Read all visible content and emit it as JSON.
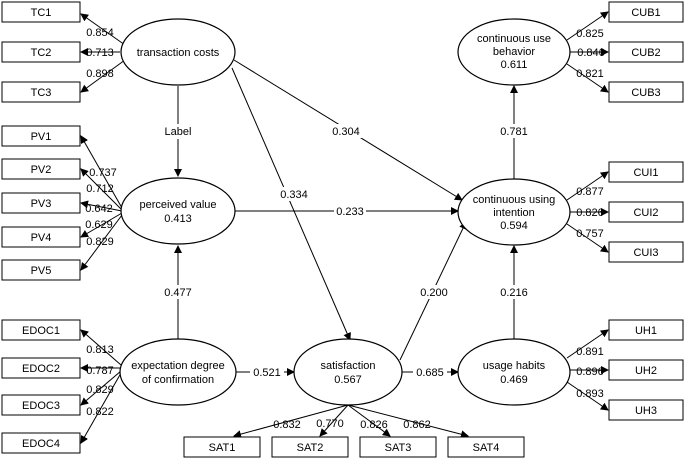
{
  "indicators": {
    "tc1": "TC1",
    "tc2": "TC2",
    "tc3": "TC3",
    "pv1": "PV1",
    "pv2": "PV2",
    "pv3": "PV3",
    "pv4": "PV4",
    "pv5": "PV5",
    "edoc1": "EDOC1",
    "edoc2": "EDOC2",
    "edoc3": "EDOC3",
    "edoc4": "EDOC4",
    "sat1": "SAT1",
    "sat2": "SAT2",
    "sat3": "SAT3",
    "sat4": "SAT4",
    "cub1": "CUB1",
    "cub2": "CUB2",
    "cub3": "CUB3",
    "cui1": "CUI1",
    "cui2": "CUI2",
    "cui3": "CUI3",
    "uh1": "UH1",
    "uh2": "UH2",
    "uh3": "UH3"
  },
  "constructs": {
    "tc": {
      "line1": "transaction costs"
    },
    "pv": {
      "line1": "perceived value",
      "value": "0.413"
    },
    "edoc": {
      "line1": "expectation degree",
      "line2": "of confirmation"
    },
    "sat": {
      "line1": "satisfaction",
      "value": "0.567"
    },
    "cub": {
      "line1": "continuous use",
      "line2": "behavior",
      "value": "0.611"
    },
    "cui": {
      "line1": "continuous using",
      "line2": "intention",
      "value": "0.594"
    },
    "uh": {
      "line1": "usage habits",
      "value": "0.469"
    }
  },
  "loadings": {
    "tc": [
      "0.854",
      "0.713",
      "0.898"
    ],
    "pv": [
      "0.737",
      "0.712",
      "0.642",
      "0.629",
      "0.829"
    ],
    "edoc": [
      "0.813",
      "0.787",
      "0.829",
      "0.822"
    ],
    "sat": [
      "0.832",
      "0.770",
      "0.826",
      "0.862"
    ],
    "cub": [
      "0.825",
      "0.846",
      "0.821"
    ],
    "cui": [
      "0.877",
      "0.826",
      "0.757"
    ],
    "uh": [
      "0.891",
      "0.896",
      "0.893"
    ]
  },
  "paths": {
    "tc_pv_label": "Label",
    "tc_cui": "0.304",
    "tc_sat": "0.334",
    "pv_cui": "0.233",
    "edoc_pv": "0.477",
    "edoc_sat": "0.521",
    "sat_cui": "0.200",
    "sat_uh": "0.685",
    "uh_cui": "0.216",
    "cui_cub": "0.781"
  }
}
